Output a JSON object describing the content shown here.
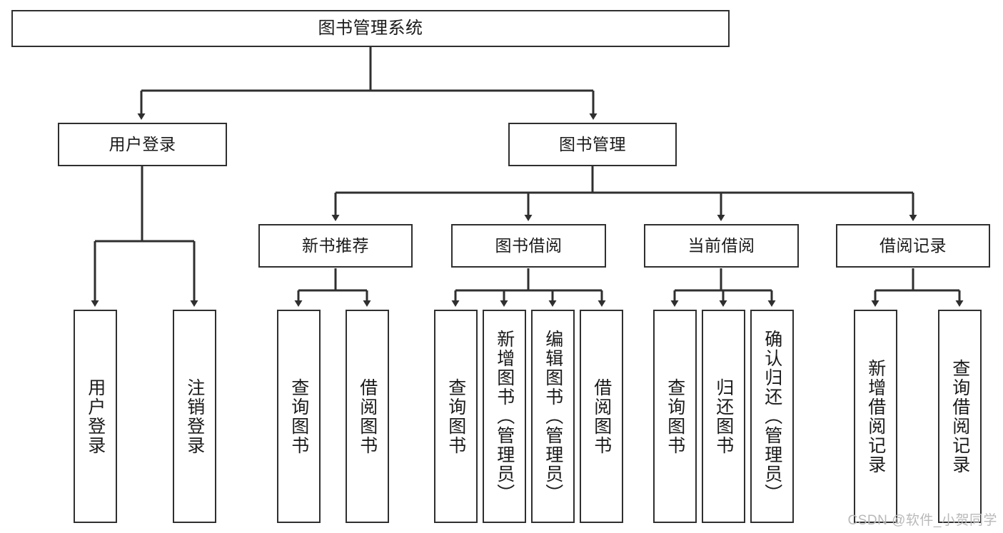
{
  "diagram": {
    "kind": "functional-structure-tree",
    "root": {
      "id": "root",
      "label": "图书管理系统"
    },
    "level1": [
      {
        "id": "user-login",
        "label": "用户登录"
      },
      {
        "id": "book-manage",
        "label": "图书管理"
      }
    ],
    "level2": [
      {
        "id": "new-book-recommend",
        "label": "新书推荐"
      },
      {
        "id": "book-borrow",
        "label": "图书借阅"
      },
      {
        "id": "current-borrow",
        "label": "当前借阅"
      },
      {
        "id": "borrow-record",
        "label": "借阅记录"
      }
    ],
    "leaves": {
      "user-login": [
        {
          "id": "leaf-user-login",
          "label": "用户登录"
        },
        {
          "id": "leaf-user-logout",
          "label": "注销登录"
        }
      ],
      "new-book-recommend": [
        {
          "id": "leaf-query-book-1",
          "label": "查询图书"
        },
        {
          "id": "leaf-borrow-book-1",
          "label": "借阅图书"
        }
      ],
      "book-borrow": [
        {
          "id": "leaf-query-book-2",
          "label": "查询图书"
        },
        {
          "id": "leaf-add-book",
          "label": "新增图书（管理员）"
        },
        {
          "id": "leaf-edit-book",
          "label": "编辑图书（管理员）"
        },
        {
          "id": "leaf-borrow-book-2",
          "label": "借阅图书"
        }
      ],
      "current-borrow": [
        {
          "id": "leaf-query-book-3",
          "label": "查询图书"
        },
        {
          "id": "leaf-return-book",
          "label": "归还图书"
        },
        {
          "id": "leaf-confirm-return",
          "label": "确认归还（管理员）"
        }
      ],
      "borrow-record": [
        {
          "id": "leaf-add-record",
          "label": "新增借阅记录"
        },
        {
          "id": "leaf-query-record",
          "label": "查询借阅记录"
        }
      ]
    }
  },
  "watermark": {
    "text": "CSDN @软件_小贺同学"
  },
  "colors": {
    "stroke": "#2f2f2f",
    "fill": "#ffffff",
    "text": "#1a1a1a",
    "watermark": "#b9b9b9"
  }
}
